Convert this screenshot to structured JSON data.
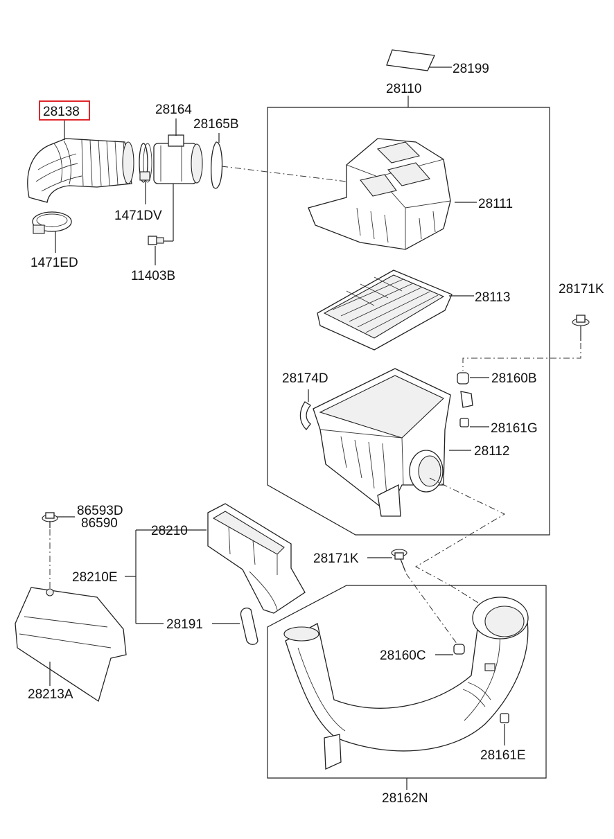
{
  "labels": {
    "p28199": "28199",
    "p28110": "28110",
    "p28138": "28138",
    "p28164": "28164",
    "p28165B": "28165B",
    "p1471DV": "1471DV",
    "p1471ED": "1471ED",
    "p11403B": "11403B",
    "p28111": "28111",
    "p28113": "28113",
    "p28171K_a": "28171K",
    "p28174D": "28174D",
    "p28160B": "28160B",
    "p28161G": "28161G",
    "p28112": "28112",
    "p86593D": "86593D",
    "p86590": "86590",
    "p28210": "28210",
    "p28210E": "28210E",
    "p28171K_b": "28171K",
    "p28191": "28191",
    "p28160C": "28160C",
    "p28213A": "28213A",
    "p28161E": "28161E",
    "p28162N": "28162N"
  },
  "highlight_color": "#e0262b"
}
